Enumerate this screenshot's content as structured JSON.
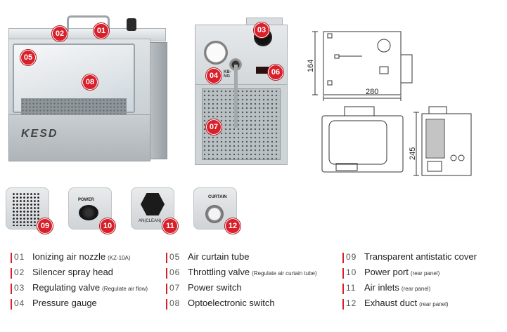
{
  "photo1": {
    "logo": "KESD"
  },
  "photo2": {
    "valve_label": "KB-NG"
  },
  "thumbs": {
    "power_label": "POWER",
    "air_label": "AN(CLEAN)",
    "curtain_label": "CURTAIN"
  },
  "dimensions": {
    "height": "164",
    "width": "280",
    "depth": "245"
  },
  "callouts": [
    "01",
    "02",
    "03",
    "04",
    "05",
    "06",
    "07",
    "08",
    "09",
    "10",
    "11",
    "12"
  ],
  "legend": [
    {
      "num": "01",
      "label": "Ionizing air nozzle",
      "note": "(KZ-10A)"
    },
    {
      "num": "02",
      "label": "Silencer spray head",
      "note": ""
    },
    {
      "num": "03",
      "label": "Regulating valve",
      "note": "(Regulate air flow)"
    },
    {
      "num": "04",
      "label": "Pressure gauge",
      "note": ""
    },
    {
      "num": "05",
      "label": "Air curtain tube",
      "note": ""
    },
    {
      "num": "06",
      "label": "Throttling valve",
      "note": "(Regulate air curtain tube)"
    },
    {
      "num": "07",
      "label": "Power switch",
      "note": ""
    },
    {
      "num": "08",
      "label": "Optoelectronic switch",
      "note": ""
    },
    {
      "num": "09",
      "label": "Transparent antistatic cover",
      "note": ""
    },
    {
      "num": "10",
      "label": "Power port",
      "note": "(rear panel)"
    },
    {
      "num": "11",
      "label": "Air inlets",
      "note": "(rear panel)"
    },
    {
      "num": "12",
      "label": "Exhaust duct",
      "note": "(rear panel)"
    }
  ],
  "colors": {
    "accent": "#d8202a",
    "text": "#222222"
  }
}
